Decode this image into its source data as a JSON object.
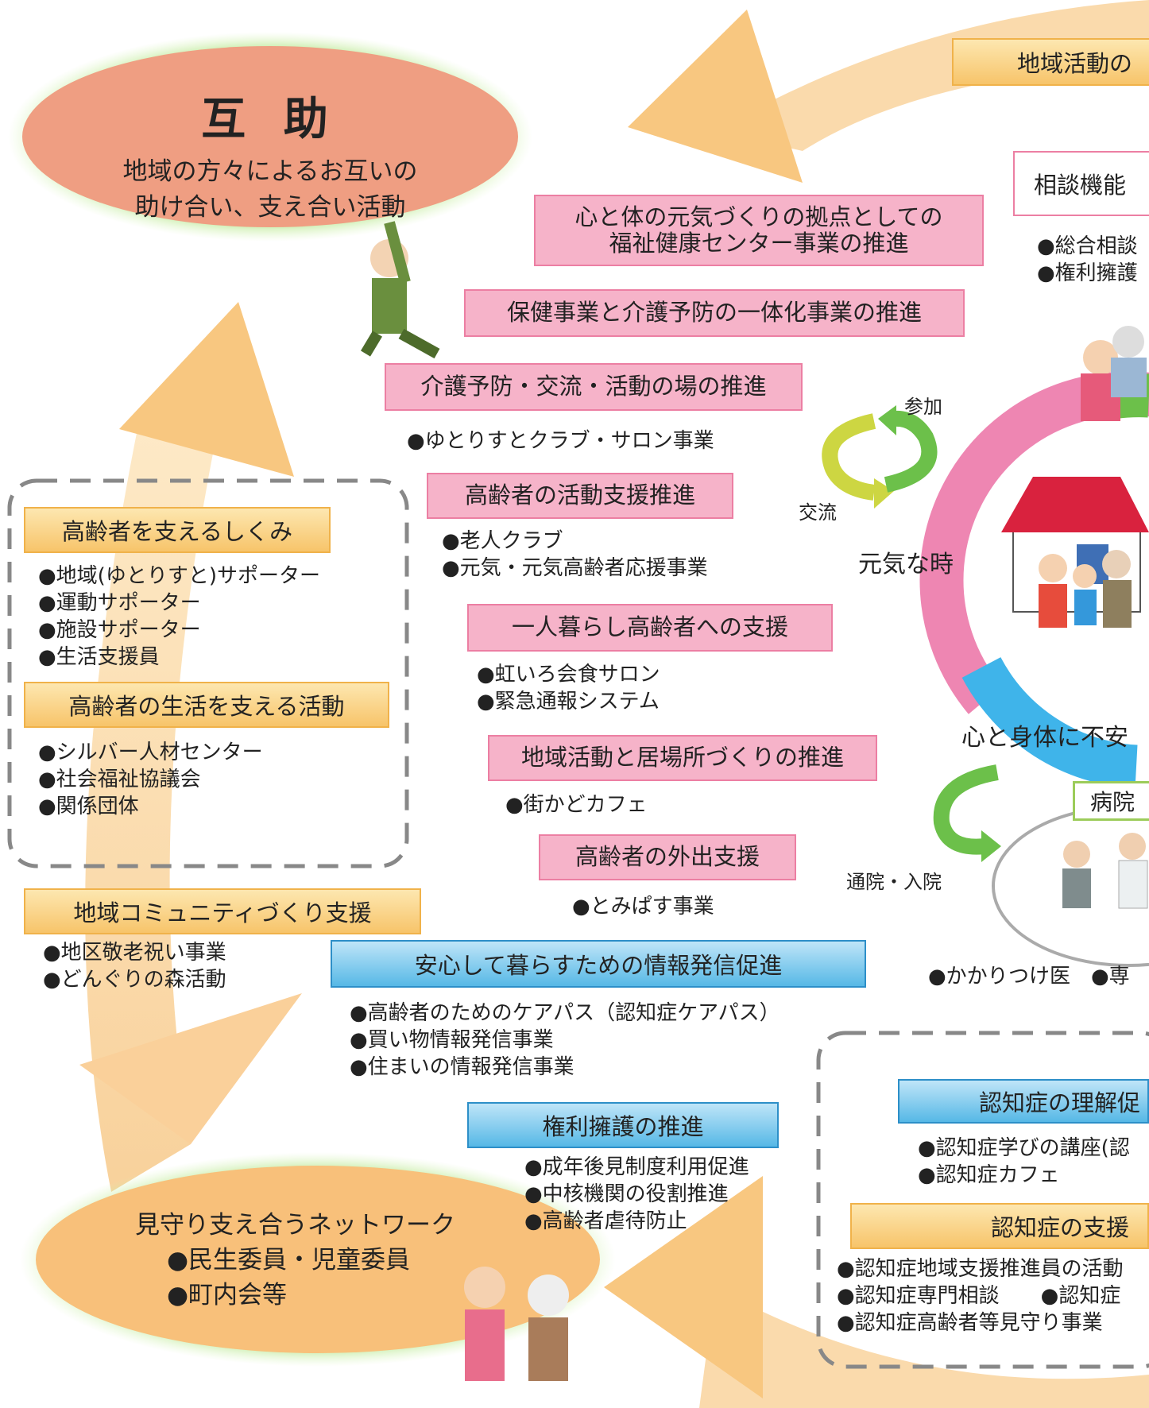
{
  "colors": {
    "pink_box": "#f6b3c9",
    "orange_box": "#f7c46a",
    "blue_box": "#56b8e6",
    "big_arrow": "#f9c98a",
    "ring_pink": "#ee86b2",
    "ring_blue": "#3fb4ea",
    "green_arrow": "#6cc04a"
  },
  "mutual_aid": {
    "title": "互 助",
    "line1": "地域の方々によるお互いの",
    "line2": "助け合い、支え合い活動"
  },
  "top_right_box": "地域活動の",
  "consultation": {
    "label": "相談機能",
    "items": [
      "●総合相談",
      "●権利擁護"
    ]
  },
  "pink_boxes": {
    "welfare_center_line1": "心と体の元気づくりの拠点としての",
    "welfare_center_line2": "福祉健康センター事業の推進",
    "integration": "保健事業と介護予防の一体化事業の推進",
    "care_prevention": "介護予防・交流・活動の場の推進",
    "activity_support": "高齢者の活動支援推進",
    "living_alone": "一人暮らし高齢者への支援",
    "community_place": "地域活動と居場所づくりの推進",
    "outing": "高齢者の外出支援"
  },
  "lists": {
    "care_prevention": [
      "●ゆとりすとクラブ・サロン事業"
    ],
    "activity_support": [
      "●老人クラブ",
      "●元気・元気高齢者応援事業"
    ],
    "living_alone": [
      "●虹いろ会食サロン",
      "●緊急通報システム"
    ],
    "community_place": [
      "●街かどカフェ"
    ],
    "outing": [
      "●とみぱす事業"
    ]
  },
  "support_group": {
    "box1": "高齢者を支えるしくみ",
    "items1": [
      "●地域(ゆとりすと)サポーター",
      "●運動サポーター",
      "●施設サポーター",
      "●生活支援員"
    ],
    "box2": "高齢者の生活を支える活動",
    "items2": [
      "●シルバー人材センター",
      "●社会福祉協議会",
      "●関係団体"
    ]
  },
  "community": {
    "box": "地域コミュニティづくり支援",
    "items": [
      "●地区敬老祝い事業",
      "●どんぐりの森活動"
    ]
  },
  "info": {
    "box": "安心して暮らすための情報発信促進",
    "items": [
      "●高齢者のためのケアパス（認知症ケアパス）",
      "●買い物情報発信事業",
      "●住まいの情報発信事業"
    ]
  },
  "rights": {
    "box": "権利擁護の推進",
    "items": [
      "●成年後見制度利用促進",
      "●中核機関の役割推進",
      "●高齢者虐待防止"
    ]
  },
  "network": {
    "title": "見守り支え合うネットワーク",
    "items": [
      "●民生委員・児童委員",
      "●町内会等"
    ]
  },
  "cycle": {
    "participate": "参加",
    "exchange": "交流",
    "healthy": "元気な時",
    "anxious": "心と身体に不安",
    "hospital_visit": "通院・入院",
    "hospital": "病院",
    "doctors": "●かかりつけ医　●専"
  },
  "dementia": {
    "box1": "認知症の理解促",
    "items1": [
      "●認知症学びの講座(認",
      "●認知症カフェ"
    ],
    "box2": "認知症の支援",
    "items2": [
      "●認知症地域支援推進員の活動",
      "●認知症専門相談　　●認知症",
      "●認知症高齢者等見守り事業"
    ]
  }
}
